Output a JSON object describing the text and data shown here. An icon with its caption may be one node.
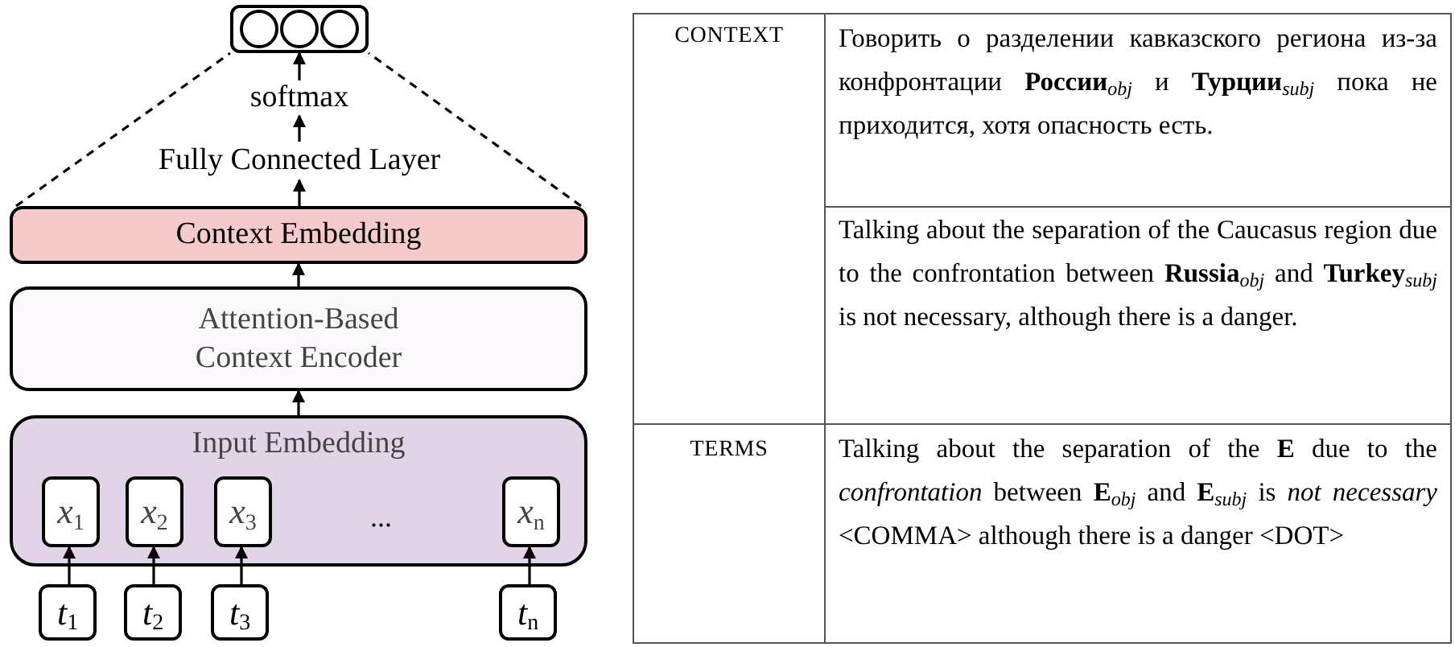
{
  "diagram": {
    "nodes": [
      {
        "text": [],
        "shape": "box"
      },
      {
        "text": [
          "softmax"
        ]
      },
      {
        "text": [
          "Fully Connected Layer"
        ]
      },
      {
        "text": [
          "Context Embedding"
        ]
      },
      {
        "text": [
          "Attention-Based Context Encoder"
        ]
      },
      {
        "text": [
          "Input Embedding"
        ]
      },
      {
        "text": [
          "*x*$_{1}$"
        ],
        "in": 5
      },
      {
        "text": [
          "*x*$_{2}$"
        ],
        "in": 5
      },
      {
        "text": [
          "*x*$_{3}$"
        ],
        "in": 5
      },
      {
        "text": [
          "*x*$_{n}$"
        ],
        "in": 5
      },
      {
        "text": [
          "*t*$_{1}$"
        ]
      },
      {
        "text": [
          "*t*$_{2}$"
        ]
      },
      {
        "text": [
          "*t*$_{3}$"
        ]
      },
      {
        "text": [
          "*t*$_{n}$"
        ]
      }
    ],
    "edges": [
      {
        "from": 1,
        "to": 0,
        "arrow": "to"
      },
      {
        "from": 2,
        "to": 1,
        "arrow": "to"
      },
      {
        "from": 3,
        "to": 2,
        "arrow": "to"
      },
      {
        "from": 4,
        "to": 3,
        "arrow": "to"
      },
      {
        "from": 5,
        "to": 4,
        "arrow": "to"
      },
      {
        "from": 10,
        "to": 6,
        "arrow": "to"
      },
      {
        "from": 11,
        "to": 7,
        "arrow": "to"
      },
      {
        "from": 12,
        "to": 8,
        "arrow": "to"
      },
      {
        "from": 13,
        "to": 9,
        "arrow": "to"
      },
      {
        "from": 3,
        "to": 0,
        "arrow": "none",
        "style": "dashed"
      },
      {
        "from": 3,
        "to": 0,
        "arrow": "none",
        "style": "dashed"
      }
    ],
    "labels": [
      "...",
      "CONTEXT",
      "Говорить о разделении кавказского региона из-за конфронтации **России**$_{obj}$ и **Турции**$_{subj}$ пока не приходится, хотя опасность есть.",
      "Talking about the separation of the Caucasus region due to the confrontation between **Russia**$_{obj}$ and **Turkey**$_{subj}$ is not necessary, although there is a danger.",
      "TERMS",
      "Talking about the separation of the **E** due to the *confrontation* between **E**$_{obj}$ and **E**$_{subj}$ is *not necessary* <COMMA> although there is a danger <DOT>"
    ]
  }
}
